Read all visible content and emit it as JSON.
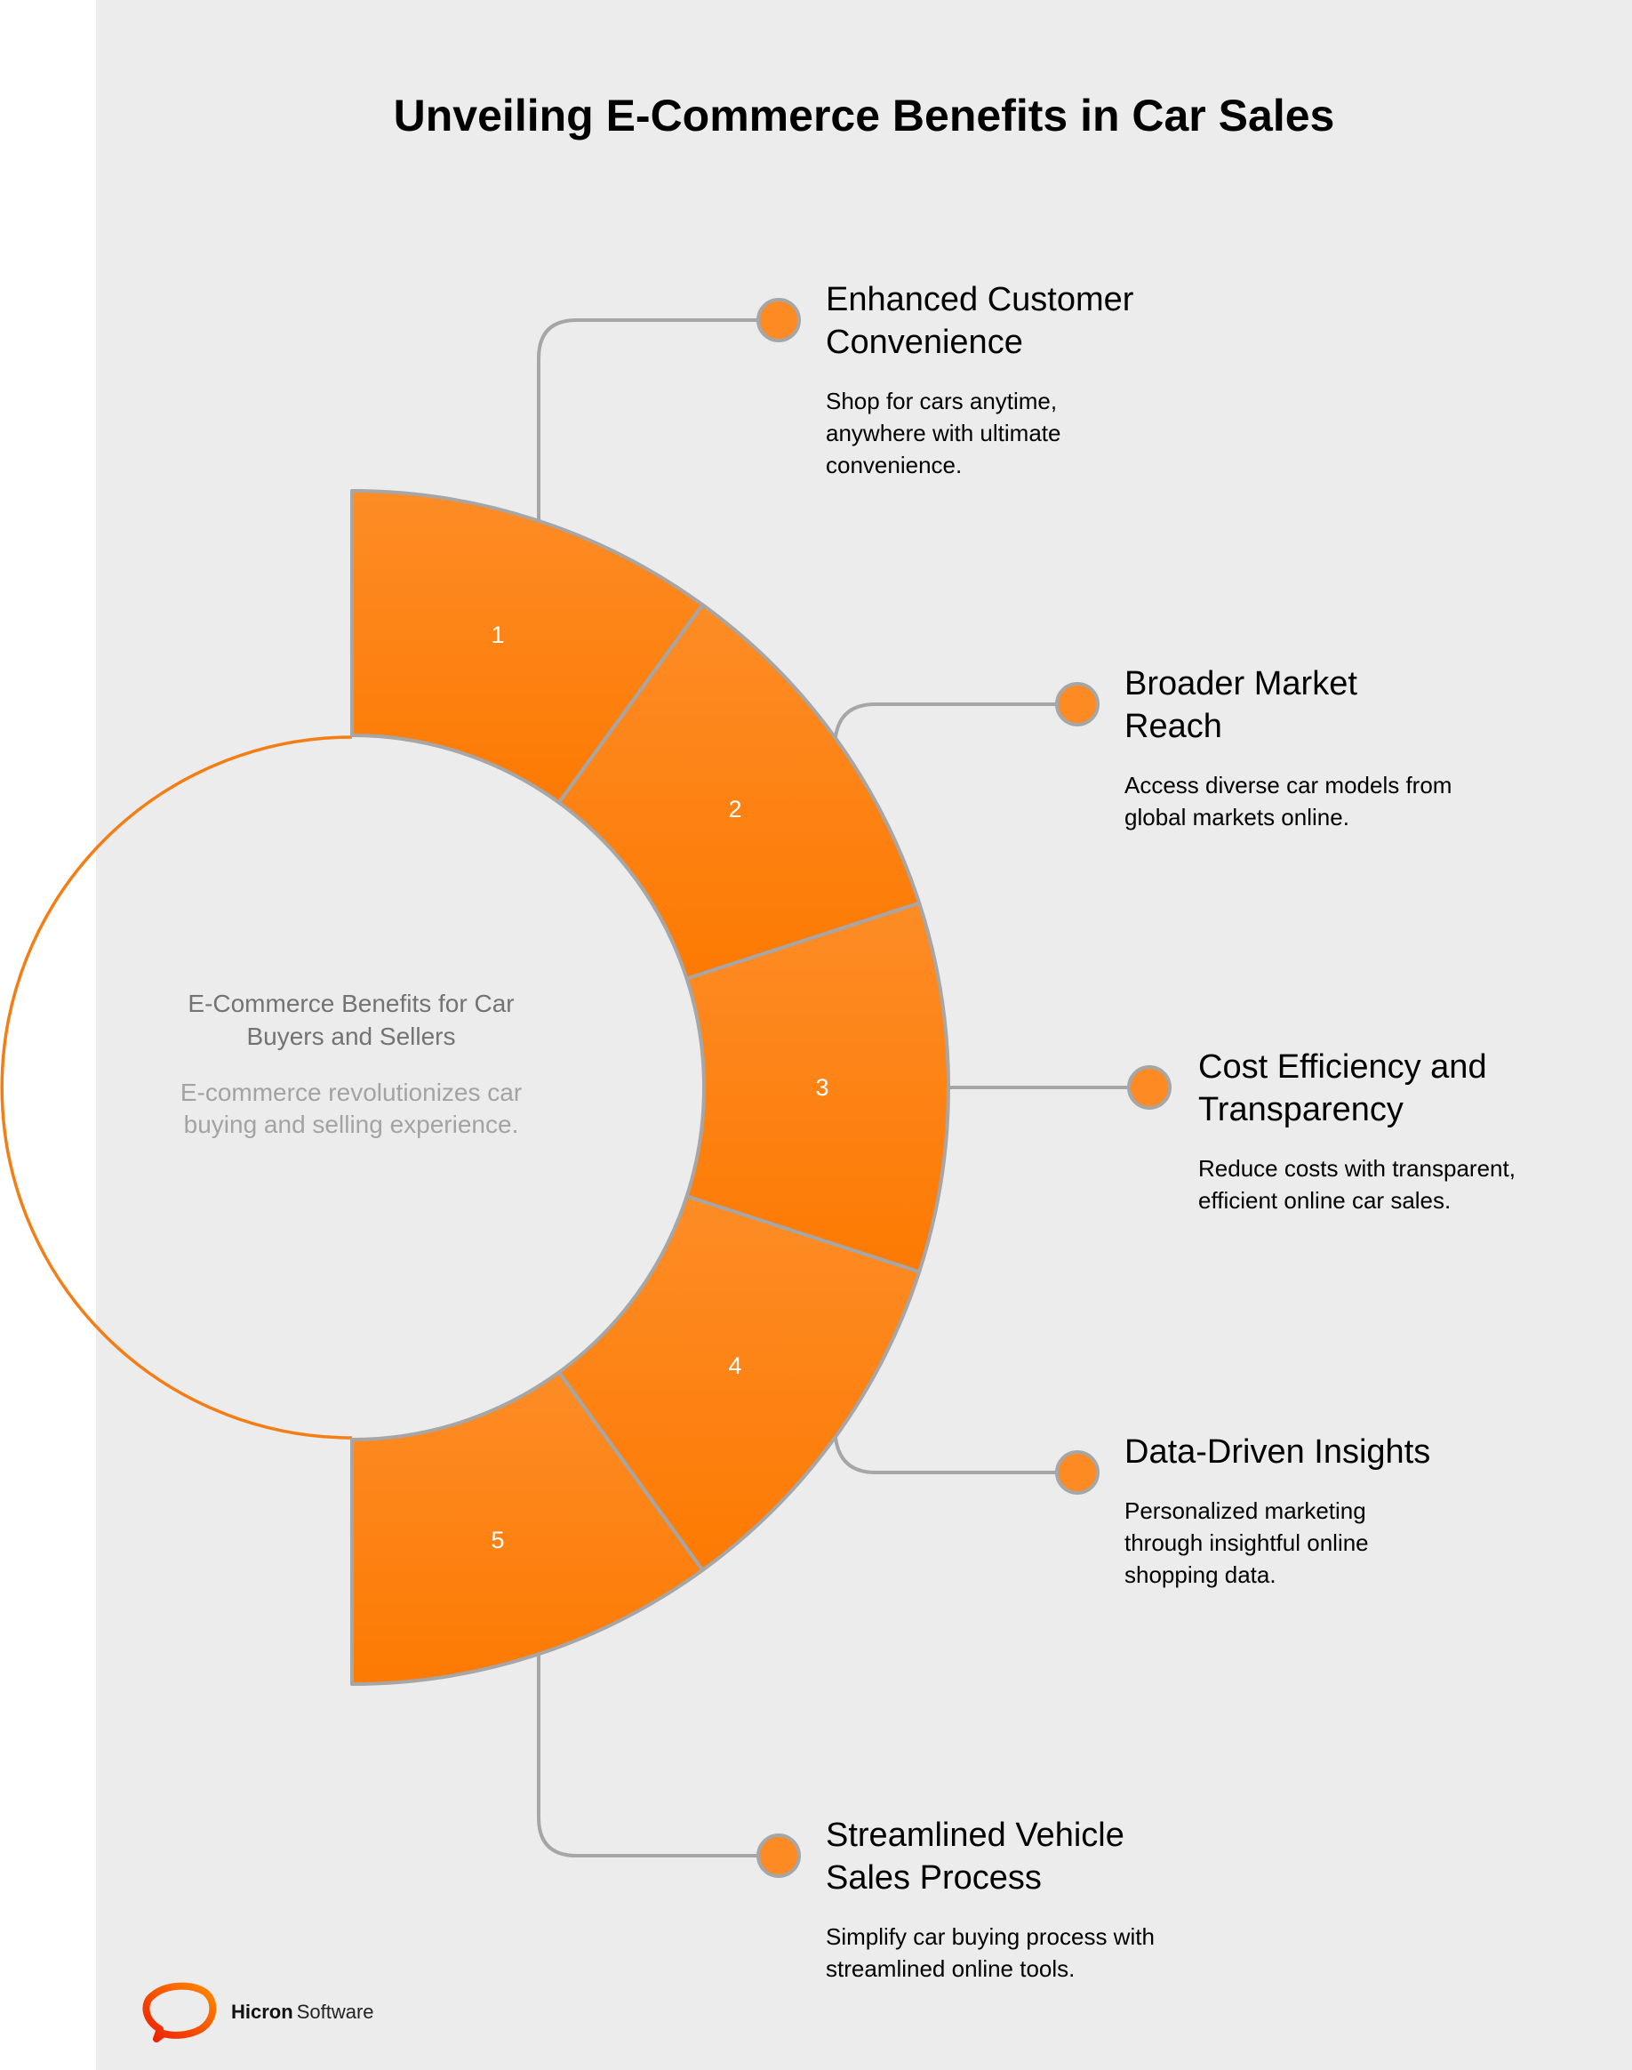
{
  "title": "Unveiling E-Commerce Benefits in Car Sales",
  "center": {
    "title": "E-Commerce Benefits for Car Buyers and Sellers",
    "description": "E-commerce revolutionizes car buying and selling experience."
  },
  "colors": {
    "background": "#ececec",
    "segment_top": "#fd8c26",
    "segment_bottom": "#fd7a03",
    "stroke": "#a6a6a6",
    "dot": "#fd8a22",
    "center_ring": "#f47d14"
  },
  "segments": [
    {
      "number": "1"
    },
    {
      "number": "2"
    },
    {
      "number": "3"
    },
    {
      "number": "4"
    },
    {
      "number": "5"
    }
  ],
  "items": [
    {
      "number": "1",
      "title": "Enhanced Customer Convenience",
      "description": "Shop for cars anytime, anywhere with ultimate convenience."
    },
    {
      "number": "2",
      "title": "Broader Market Reach",
      "description": "Access diverse car models from global markets online."
    },
    {
      "number": "3",
      "title": "Cost Efficiency and Transparency",
      "description": "Reduce costs with transparent, efficient online car sales."
    },
    {
      "number": "4",
      "title": "Data-Driven Insights",
      "description": "Personalized marketing through insightful online shopping data."
    },
    {
      "number": "5",
      "title": "Streamlined Vehicle Sales Process",
      "description": "Simplify car buying process with streamlined online tools."
    }
  ],
  "logo": {
    "brand_bold": "Hicron",
    "brand_light": "Software"
  }
}
